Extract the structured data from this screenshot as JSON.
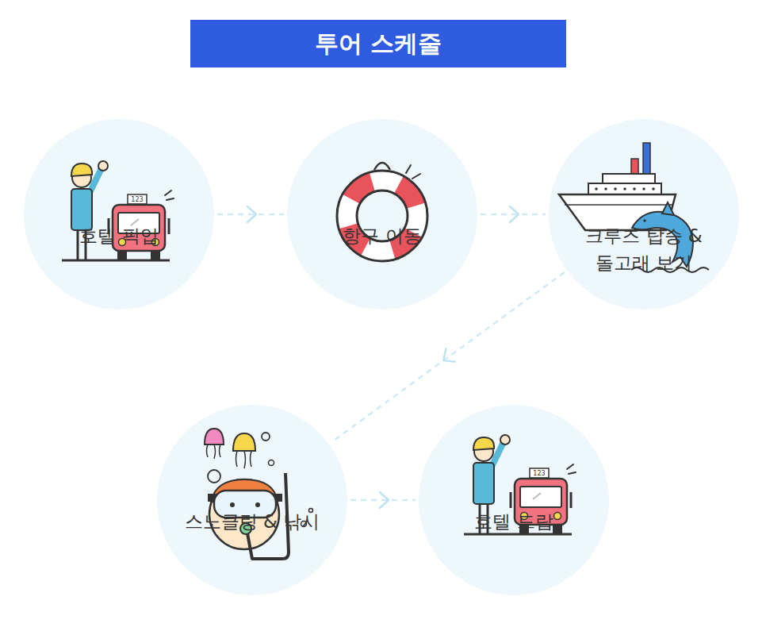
{
  "diagram": {
    "title": "투어 스케줄",
    "nodes": [
      {
        "text": [
          "호텔 픽업"
        ]
      },
      {
        "text": [
          "항구 이동"
        ]
      },
      {
        "text": [
          "크루즈 탑승 & 돌고래 보기"
        ]
      },
      {
        "text": [
          "스노클링 & 낚시"
        ]
      },
      {
        "text": [
          "호텔 드랍"
        ]
      }
    ],
    "edges": [
      {
        "from": 0,
        "to": 1,
        "arrow": "to"
      },
      {
        "from": 1,
        "to": 2,
        "arrow": "to"
      },
      {
        "from": 2,
        "to": 3,
        "arrow": "to"
      },
      {
        "from": 3,
        "to": 4,
        "arrow": "to"
      }
    ],
    "labels": [
      "123",
      "123"
    ]
  }
}
